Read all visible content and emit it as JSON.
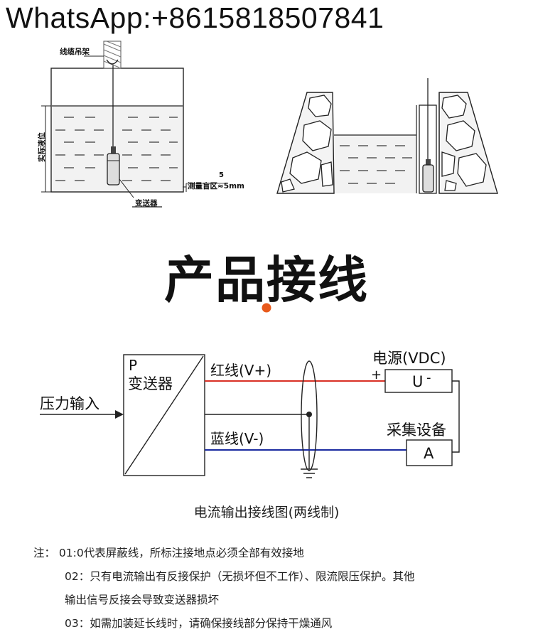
{
  "watermark": "WhatsApp:+8615818507841",
  "install_diagram": {
    "cable_hanger_label": "线缆吊架",
    "actual_level_label": "实际液位",
    "blind_zone_label": "测量盲区≈5mm",
    "blind_zone_num": "5",
    "transmitter_label": "变送器"
  },
  "section_title": "产品接线",
  "wiring": {
    "p_label": "P",
    "transmitter_label": "变送器",
    "pressure_input": "压力输入",
    "red_wire": "红线(V+)",
    "blue_wire": "蓝线(V-)",
    "power_label": "电源(VDC)",
    "plus_sign": "+",
    "u_label": "U",
    "u_minus": "-",
    "acq_label": "采集设备",
    "a_label": "A",
    "red_color": "#d93025",
    "blue_color": "#1a2aa0",
    "accent_color": "#e85a1c"
  },
  "caption": "电流输出接线图(两线制)",
  "notes": {
    "n1": "注：  01:0代表屏蔽线，所标注接地点必须全部有效接地",
    "n2a": "02：只有电流输出有反接保护（无损坏但不工作）、限流限压保护。其他",
    "n2b": "输出信号反接会导致变送器损坏",
    "n3": "03：如需加装延长线时，请确保接线部分保持干燥通风"
  }
}
